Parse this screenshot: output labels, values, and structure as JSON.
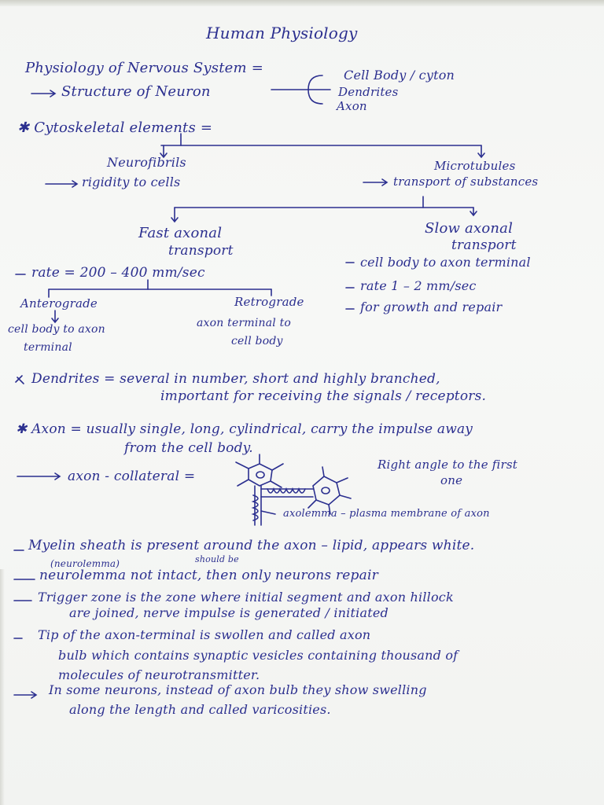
{
  "page": {
    "title": "Human Physiology"
  },
  "intro": {
    "heading": "Physiology of Nervous System =",
    "structure": "Structure of Neuron",
    "parts": [
      "Cell Body / cyton",
      "Dendrites",
      "Axon"
    ]
  },
  "cytoskeletal": {
    "heading": "Cytoskeletal elements =",
    "neurofibrils": "Neurofibrils",
    "neurofibrils_desc": "rigidity to cells",
    "microtubules": "Microtubules",
    "microtubules_desc": "transport of substances"
  },
  "transport": {
    "fast_title_1": "Fast axonal",
    "fast_title_2": "transport",
    "slow_title_1": "Slow axonal",
    "slow_title_2": "transport",
    "fast_rate": "rate = 200 – 400 mm/sec",
    "anterograde": "Anterograde",
    "anterograde_desc_1": "cell body to axon",
    "anterograde_desc_2": "terminal",
    "retrograde": "Retrograde",
    "retrograde_desc_1": "axon terminal to",
    "retrograde_desc_2": "cell body",
    "slow_points": [
      "cell body to axon terminal",
      "rate 1 – 2 mm/sec",
      "for growth and repair"
    ]
  },
  "dendrites": {
    "line1": "Dendrites = several in number, short and highly branched,",
    "line2": "important for receiving the signals / receptors."
  },
  "axon": {
    "line1": "Axon = usually single, long, cylindrical, carry the impulse away",
    "line2": "from the cell body.",
    "collateral": "axon - collateral =",
    "right_angle_1": "Right angle to the first",
    "right_angle_2": "one",
    "axolemma": "axolemma – plasma membrane of axon"
  },
  "notes": {
    "myelin": "Myelin sheath is present around the axon – lipid, appears white.",
    "neurolemma_label": "(neurolemma)",
    "should_be": "should be",
    "neurolemma": "neurolemma not intact, then only neurons repair",
    "trigger_1": "Trigger zone is the zone where initial segment and axon hillock",
    "trigger_2": "are joined, nerve impulse is generated / initiated",
    "tip_1": "Tip of the axon-terminal is swollen and called axon",
    "tip_2": "bulb which contains synaptic vesicles containing thousand of",
    "tip_3": "molecules of neurotransmitter.",
    "varicose_1": "In some neurons, instead of axon bulb they show swelling",
    "varicose_2": "along the length and called varicosities."
  }
}
